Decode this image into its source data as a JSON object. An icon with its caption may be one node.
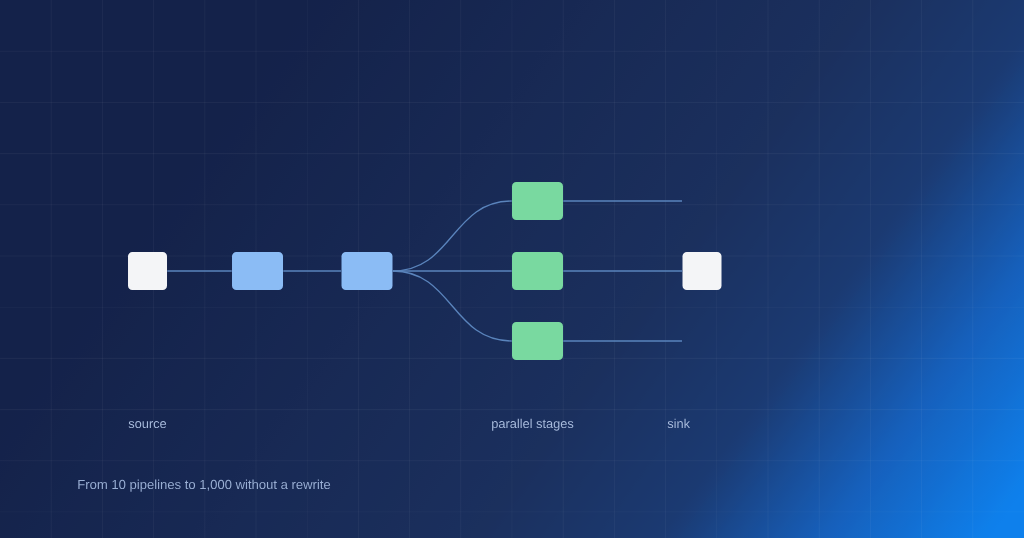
{
  "diagram": {
    "caption": "From 10 pipelines to 1,000 without a rewrite",
    "nodes": [
      {
        "text": [],
        "shape": "box"
      },
      {
        "text": [],
        "shape": "box"
      },
      {
        "text": [],
        "shape": "box"
      },
      {
        "text": [],
        "shape": "box"
      },
      {
        "text": [],
        "shape": "box"
      },
      {
        "text": [],
        "shape": "box"
      },
      {
        "text": [],
        "shape": "box"
      }
    ],
    "edges": [
      {
        "from": 0,
        "to": 1,
        "arrow": "none"
      },
      {
        "from": 1,
        "to": 2,
        "arrow": "none"
      },
      {
        "from": 2,
        "to": 3,
        "arrow": "none"
      },
      {
        "from": 2,
        "to": 4,
        "arrow": "none"
      },
      {
        "from": 2,
        "to": 5,
        "arrow": "none"
      },
      {
        "from": 3,
        "to": null,
        "arrow": "none"
      },
      {
        "from": 4,
        "to": 6,
        "arrow": "none"
      },
      {
        "from": 5,
        "to": null,
        "arrow": "none"
      }
    ],
    "labels": [
      "source",
      "parallel stages",
      "sink"
    ]
  }
}
